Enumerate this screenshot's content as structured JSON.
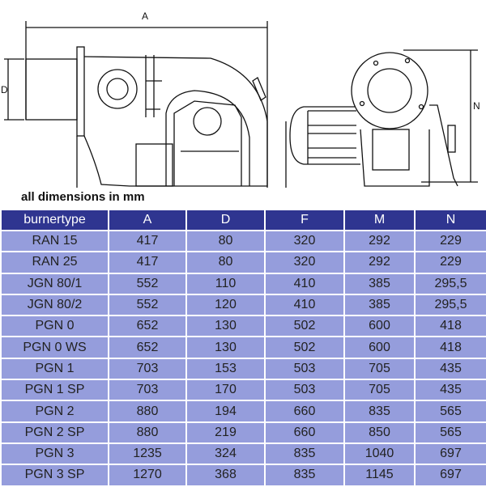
{
  "drawing": {
    "label_a": "A",
    "label_d": "D",
    "label_n": "N"
  },
  "caption": "all dimensions in mm",
  "table": {
    "headers": [
      "burnertype",
      "A",
      "D",
      "F",
      "M",
      "N"
    ],
    "rows": [
      [
        "RAN 15",
        "417",
        "80",
        "320",
        "292",
        "229"
      ],
      [
        "RAN 25",
        "417",
        "80",
        "320",
        "292",
        "229"
      ],
      [
        "JGN 80/1",
        "552",
        "110",
        "410",
        "385",
        "295,5"
      ],
      [
        "JGN 80/2",
        "552",
        "120",
        "410",
        "385",
        "295,5"
      ],
      [
        "PGN 0",
        "652",
        "130",
        "502",
        "600",
        "418"
      ],
      [
        "PGN 0 WS",
        "652",
        "130",
        "502",
        "600",
        "418"
      ],
      [
        "PGN 1",
        "703",
        "153",
        "503",
        "705",
        "435"
      ],
      [
        "PGN 1 SP",
        "703",
        "170",
        "503",
        "705",
        "435"
      ],
      [
        "PGN 2",
        "880",
        "194",
        "660",
        "835",
        "565"
      ],
      [
        "PGN 2 SP",
        "880",
        "219",
        "660",
        "850",
        "565"
      ],
      [
        "PGN 3",
        "1235",
        "324",
        "835",
        "1040",
        "697"
      ],
      [
        "PGN 3 SP",
        "1270",
        "368",
        "835",
        "1145",
        "697"
      ]
    ]
  }
}
